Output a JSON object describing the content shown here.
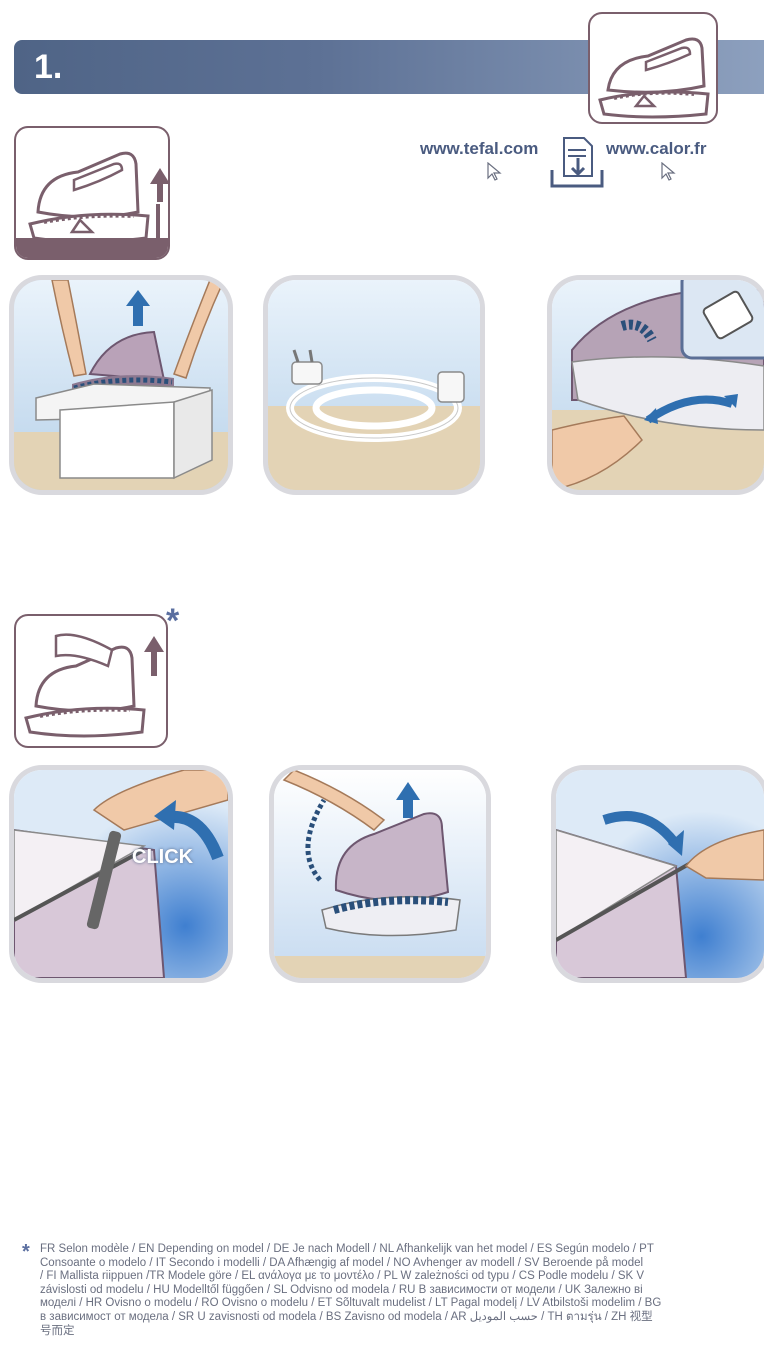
{
  "header": {
    "step": "1."
  },
  "links": {
    "left_url": "www.tefal.com",
    "right_url": "www.calor.fr"
  },
  "callout": {
    "marker": "*",
    "click_label": "CLICK"
  },
  "footnote": {
    "marker": "*",
    "line1": "FR Selon modèle / EN Depending on model / DE Je nach Modell / NL Afhankelijk van het model / ES Según modelo / PT",
    "line2": "Consoante o modelo / IT Secondo i modelli / DA Afhængig af model / NO Avhenger av modell / SV Beroende på model",
    "line3": "/ FI Mallista riippuen /TR Modele göre / EL ανάλογα με το μοντέλο / PL W zależności od typu / CS Podle modelu / SK V",
    "line4": "závislosti od modelu / HU Modelltől függően / SL Odvisno od modela / RU В зависимости от модели / UK Залежно ві",
    "line5": "моделі / HR Ovisno o modelu / RO Ovisno o modelu / ET Sõltuvalt mudelist / LT Pagal modelį / LV Atbilstoši modelim / BG",
    "line6": "в зависимост от модела / SR U zavisnosti od modela / BS Zavisno od modela / AR حسب الموديل / TH ตามรุ่น / ZH 视型",
    "line7": "号而定"
  }
}
